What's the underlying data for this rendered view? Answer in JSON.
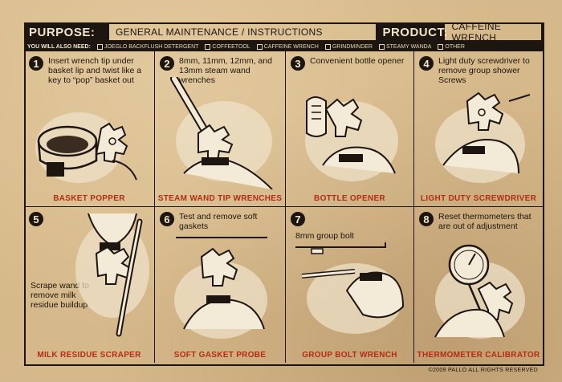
{
  "header": {
    "purpose_label": "PURPOSE:",
    "purpose_value": "GENERAL MAINTENANCE /  INSTRUCTIONS",
    "product_label": "PRODUCT:",
    "product_value": "CAFFEINE WRENCH"
  },
  "needs": {
    "label": "YOU WILL ALSO NEED:",
    "items": [
      "JOEGLO BACKFLUSH DETERGENT",
      "COFFEETOOL",
      "CAFFEINE WRENCH",
      "GRINDMINDER",
      "STEAMY WANDA",
      "OTHER"
    ]
  },
  "panels": [
    {
      "n": "1",
      "desc": "Insert wrench tip under basket lip and twist like a key to “pop” basket out",
      "caption": "BASKET POPPER"
    },
    {
      "n": "2",
      "desc": "8mm, 11mm, 12mm, and 13mm steam wand wrenches",
      "caption": "STEAM WAND TIP WRENCHES"
    },
    {
      "n": "3",
      "desc": "Convenient bottle opener",
      "caption": "BOTTLE OPENER"
    },
    {
      "n": "4",
      "desc": "Light duty screwdriver to remove group shower Screws",
      "caption": "LIGHT DUTY SCREWDRIVER"
    },
    {
      "n": "5",
      "desc": "Scrape wand to remove milk residue buildup",
      "caption": "MILK RESIDUE SCRAPER"
    },
    {
      "n": "6",
      "desc": "Test and remove soft gaskets",
      "caption": "SOFT GASKET PROBE"
    },
    {
      "n": "7",
      "desc": "8mm group bolt",
      "caption": "GROUP BOLT WRENCH"
    },
    {
      "n": "8",
      "desc": "Reset thermometers that are out of adjustment",
      "caption": "THERMOMETER CALIBRATOR"
    }
  ],
  "footer": "©2009 PALLO ALL RIGHTS RESERVED",
  "colors": {
    "ink": "#1d1510",
    "caption_red": "#b52c12",
    "paper": "#d6b98a"
  }
}
